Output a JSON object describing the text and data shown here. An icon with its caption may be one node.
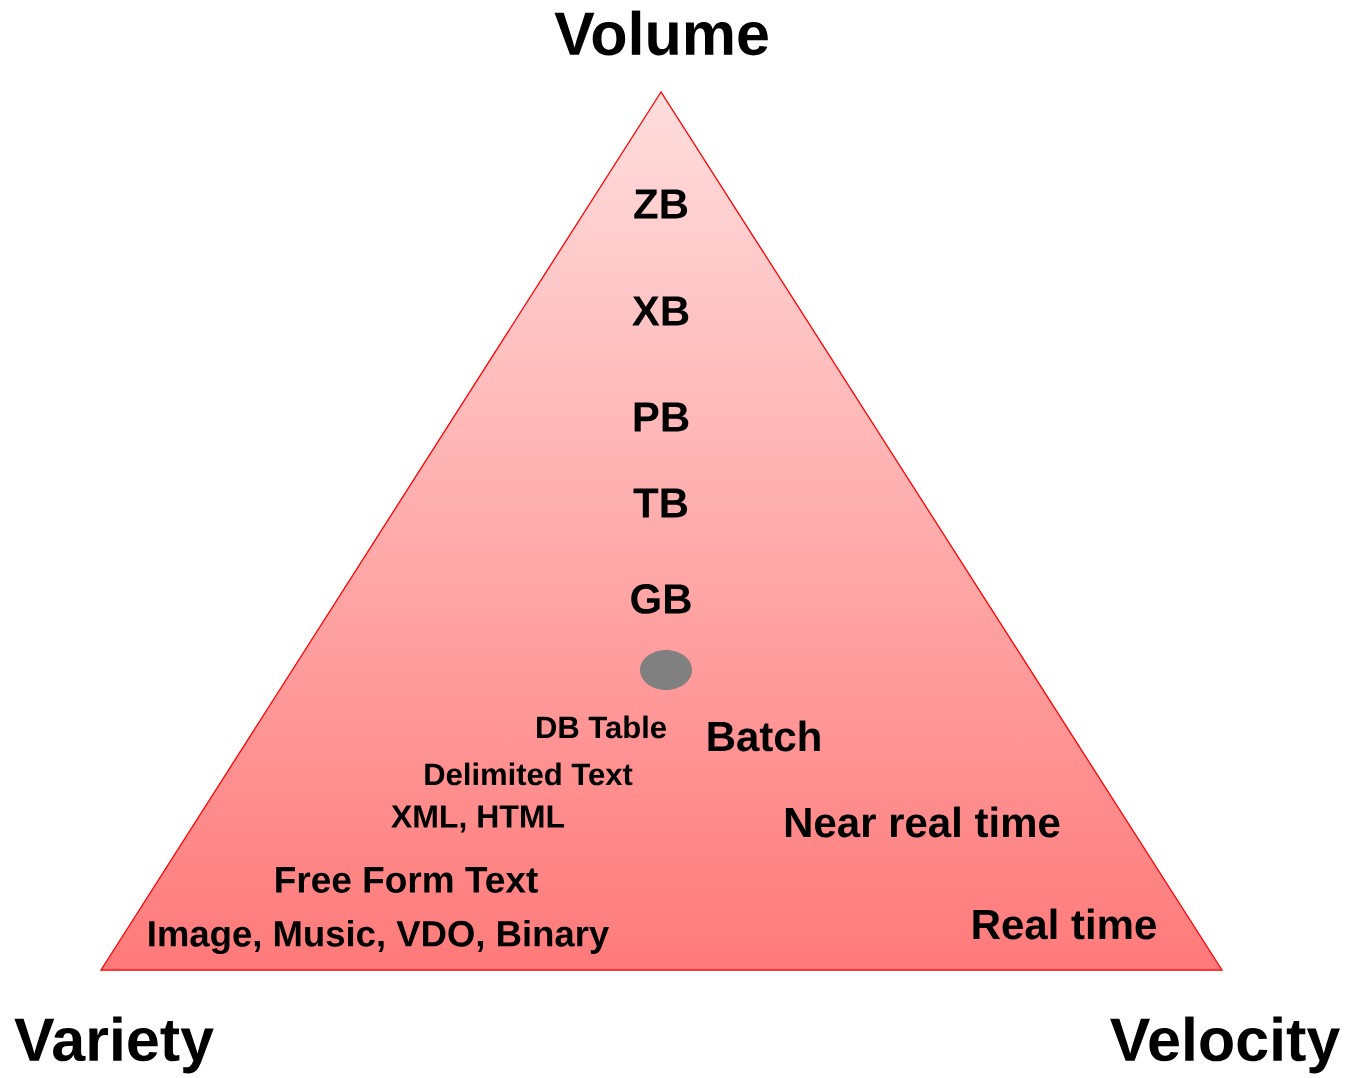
{
  "diagram": {
    "nodes": [
      {
        "text": [
          "ZB",
          "XB",
          "PB",
          "TB",
          "GB",
          "DB Table",
          "Batch",
          "Delimited Text",
          "XML, HTML",
          "Near real time",
          "Free Form Text",
          "Real time",
          "Image, Music, VDO, Binary"
        ]
      },
      {
        "text": [],
        "shape": "ellipse",
        "in": 0
      }
    ],
    "labels": [
      "Volume",
      "Variety",
      "Velocity"
    ]
  }
}
